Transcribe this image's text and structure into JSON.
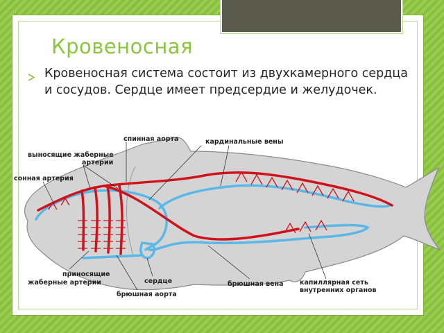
{
  "slide": {
    "title": "Кровеносная",
    "body": "Кровеносная система состоит из двухкамерного сердца и сосудов. Сердце имеет предсердие и желудочек.",
    "colors": {
      "background": "#8cc63f",
      "title": "#8cc63f",
      "artery": "#d0121b",
      "vein": "#5ab8e8",
      "fish_body": "#d4d4d4"
    }
  },
  "diagram": {
    "labels": {
      "dorsal_aorta": "спинная аорта",
      "efferent_gill_arteries_1": "выносящие жаберные",
      "efferent_gill_arteries_2": "артерии",
      "carotid_artery": "сонная артерия",
      "cardinal_veins": "кардинальные вены",
      "afferent_gill_arteries_1": "приносящие",
      "afferent_gill_arteries_2": "жаберные артерии",
      "heart": "сердце",
      "ventral_aorta": "брюшная аорта",
      "abdominal_vein": "брюшная вена",
      "capillary_network_1": "капиллярная сеть",
      "capillary_network_2": "внутренних органов"
    }
  }
}
